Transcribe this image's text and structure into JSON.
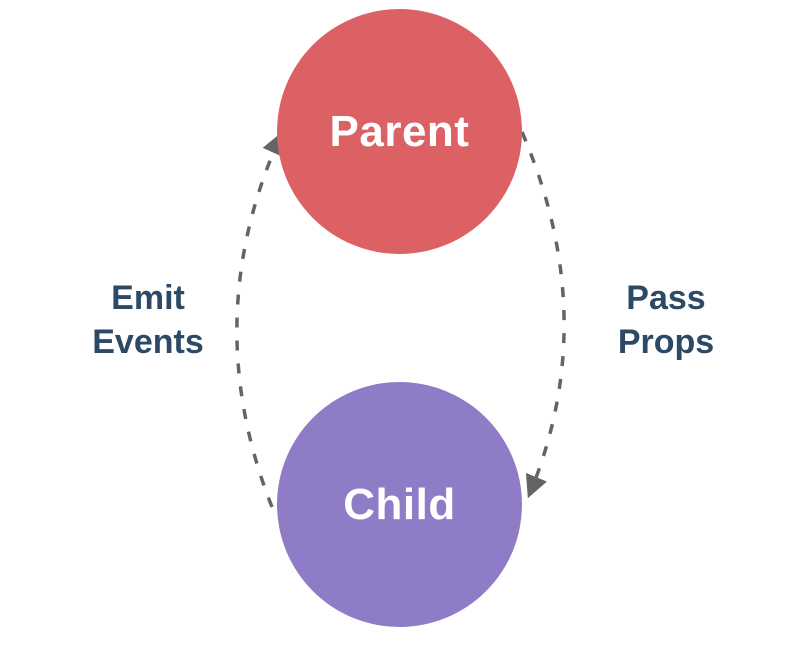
{
  "canvas": {
    "background": "#ffffff"
  },
  "nodes": [
    {
      "id": "parent",
      "label": "Parent",
      "fill": "#DC6165",
      "text_color": "#FFFFFF"
    },
    {
      "id": "child",
      "label": "Child",
      "fill": "#8E7CC6",
      "text_color": "#FFFFFF"
    }
  ],
  "edges": [
    {
      "id": "emit-events",
      "label": "Emit Events",
      "lines": [
        "Emit",
        "Events"
      ],
      "from": "Child",
      "to": "Parent",
      "direction": "up",
      "side": "left",
      "style": "dashed"
    },
    {
      "id": "pass-props",
      "label": "Pass Props",
      "lines": [
        "Pass",
        "Props"
      ],
      "from": "Parent",
      "to": "Child",
      "direction": "down",
      "side": "right",
      "style": "dashed"
    }
  ],
  "colors": {
    "edge_label": "#2C4A66",
    "arrow": "#646464"
  }
}
